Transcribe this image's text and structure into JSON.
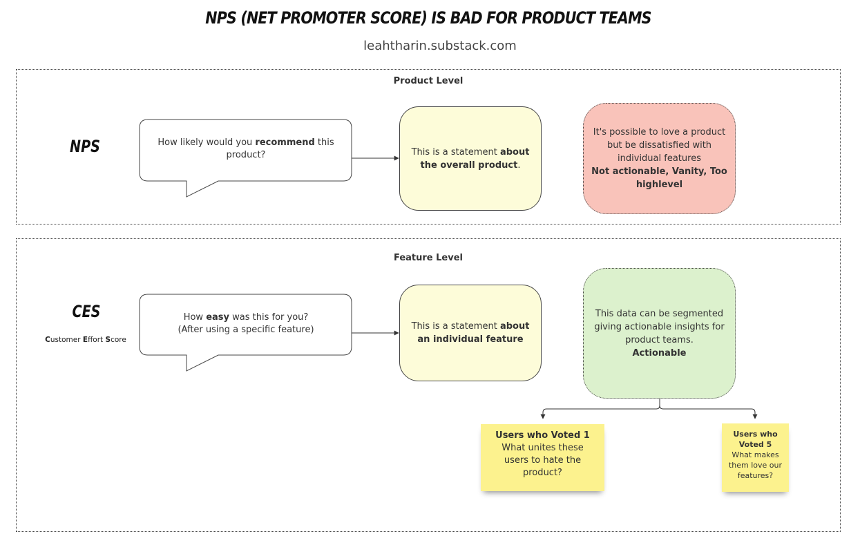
{
  "header": {
    "title": "NPS (NET PROMOTER SCORE) IS BAD FOR PRODUCT TEAMS",
    "subtitle": "leahtharin.substack.com"
  },
  "product_level": {
    "frame_label": "Product Level",
    "row_label": "NPS",
    "question_pre": "How likely would you ",
    "question_bold": "recommend",
    "question_post": " this product?",
    "statement_pre": "This is a statement ",
    "statement_bold": "about the overall product",
    "statement_post": ".",
    "note_text": "It's possible to love a product but be dissatisfied with individual features",
    "note_bold": "Not actionable, Vanity, Too highlevel"
  },
  "feature_level": {
    "frame_label": "Feature Level",
    "row_label": "CES",
    "row_sub_parts": [
      "C",
      "ustomer ",
      "E",
      "ffort ",
      "S",
      "core"
    ],
    "question_line1_pre": "How ",
    "question_line1_bold": "easy",
    "question_line1_post": " was this for you?",
    "question_line2": "(After using a specific feature)",
    "statement_pre": "This is a statement ",
    "statement_bold": "about an individual feature",
    "note_text": "This data can be segmented giving actionable insights for product teams.",
    "note_bold": "Actionable",
    "sticky_1_title": "Users who Voted 1",
    "sticky_1_text": "What unites these users to hate the product?",
    "sticky_5_title": "Users who Voted 5",
    "sticky_5_text": "What makes them love our features?"
  },
  "colors": {
    "statement_box": "#fdfcd9",
    "not_actionable_box": "#f9c3ba",
    "actionable_box": "#dcf1cd",
    "sticky_note": "#fcf28e"
  }
}
